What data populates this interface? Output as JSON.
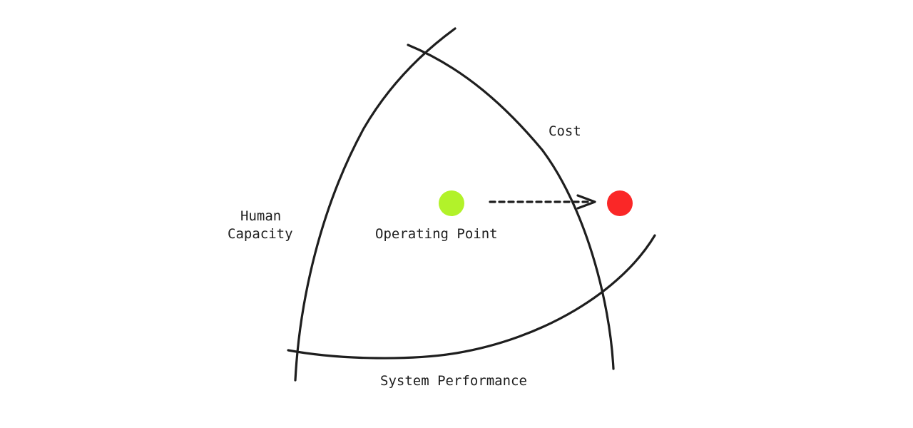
{
  "diagram": {
    "labels": {
      "cost": "Cost",
      "human_capacity_line1": "Human",
      "human_capacity_line2": "Capacity",
      "operating_point": "Operating Point",
      "system_performance": "System Performance"
    },
    "colors": {
      "line": "#1e1e1e",
      "operating_point": "#b2f22a",
      "target_point": "#fa2727",
      "background": "#ffffff"
    }
  }
}
